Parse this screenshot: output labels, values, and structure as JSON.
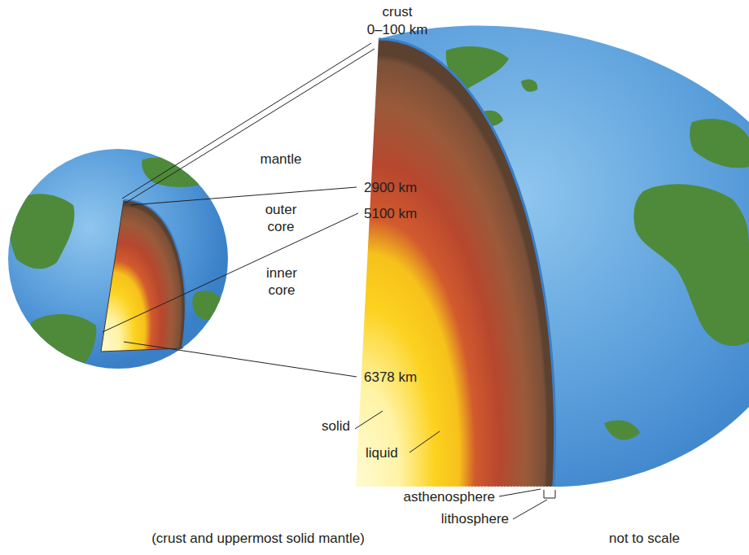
{
  "diagram": {
    "labels": [
      "crust",
      "0–100 km",
      "mantle",
      "2900 km",
      "outer core",
      "5100 km",
      "inner core",
      "6378 km",
      "solid",
      "liquid",
      "asthenosphere",
      "lithosphere",
      "(crust and uppermost solid mantle)",
      "not to scale"
    ]
  }
}
